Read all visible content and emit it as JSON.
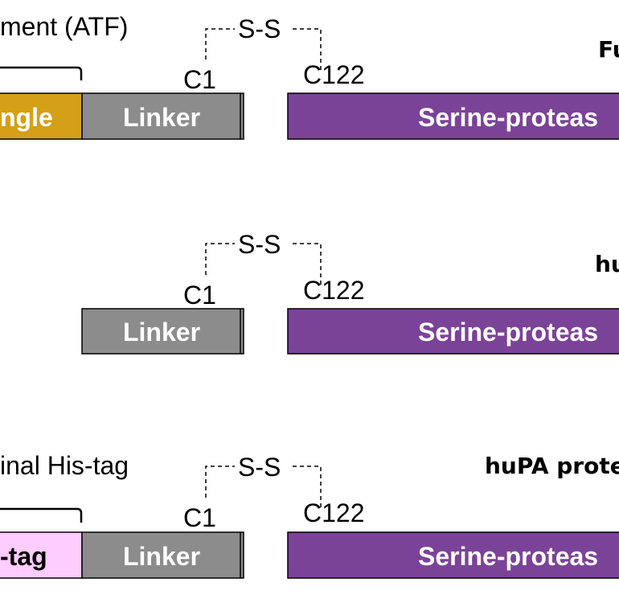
{
  "colors": {
    "kringle": "#D4A017",
    "linker": "#8C8C8C",
    "protease": "#7B4397",
    "histag": "#FFCCFF"
  },
  "row1": {
    "title": "Fu",
    "bracket_label": "ment (ATF)",
    "bond": "S-S",
    "c1": "C1",
    "c122": "C122",
    "left_box": "ngle",
    "linker": "Linker",
    "protease": "Serine-proteas"
  },
  "row2": {
    "title": "hu",
    "bond": "S-S",
    "c1": "C1",
    "c122": "C122",
    "linker": "Linker",
    "protease": "Serine-proteas"
  },
  "row3": {
    "title": "huPA prote",
    "bracket_label": "inal His-tag",
    "bond": "S-S",
    "c1": "C1",
    "c122": "C122",
    "left_box": "-tag",
    "linker": "Linker",
    "protease": "Serine-proteas"
  }
}
